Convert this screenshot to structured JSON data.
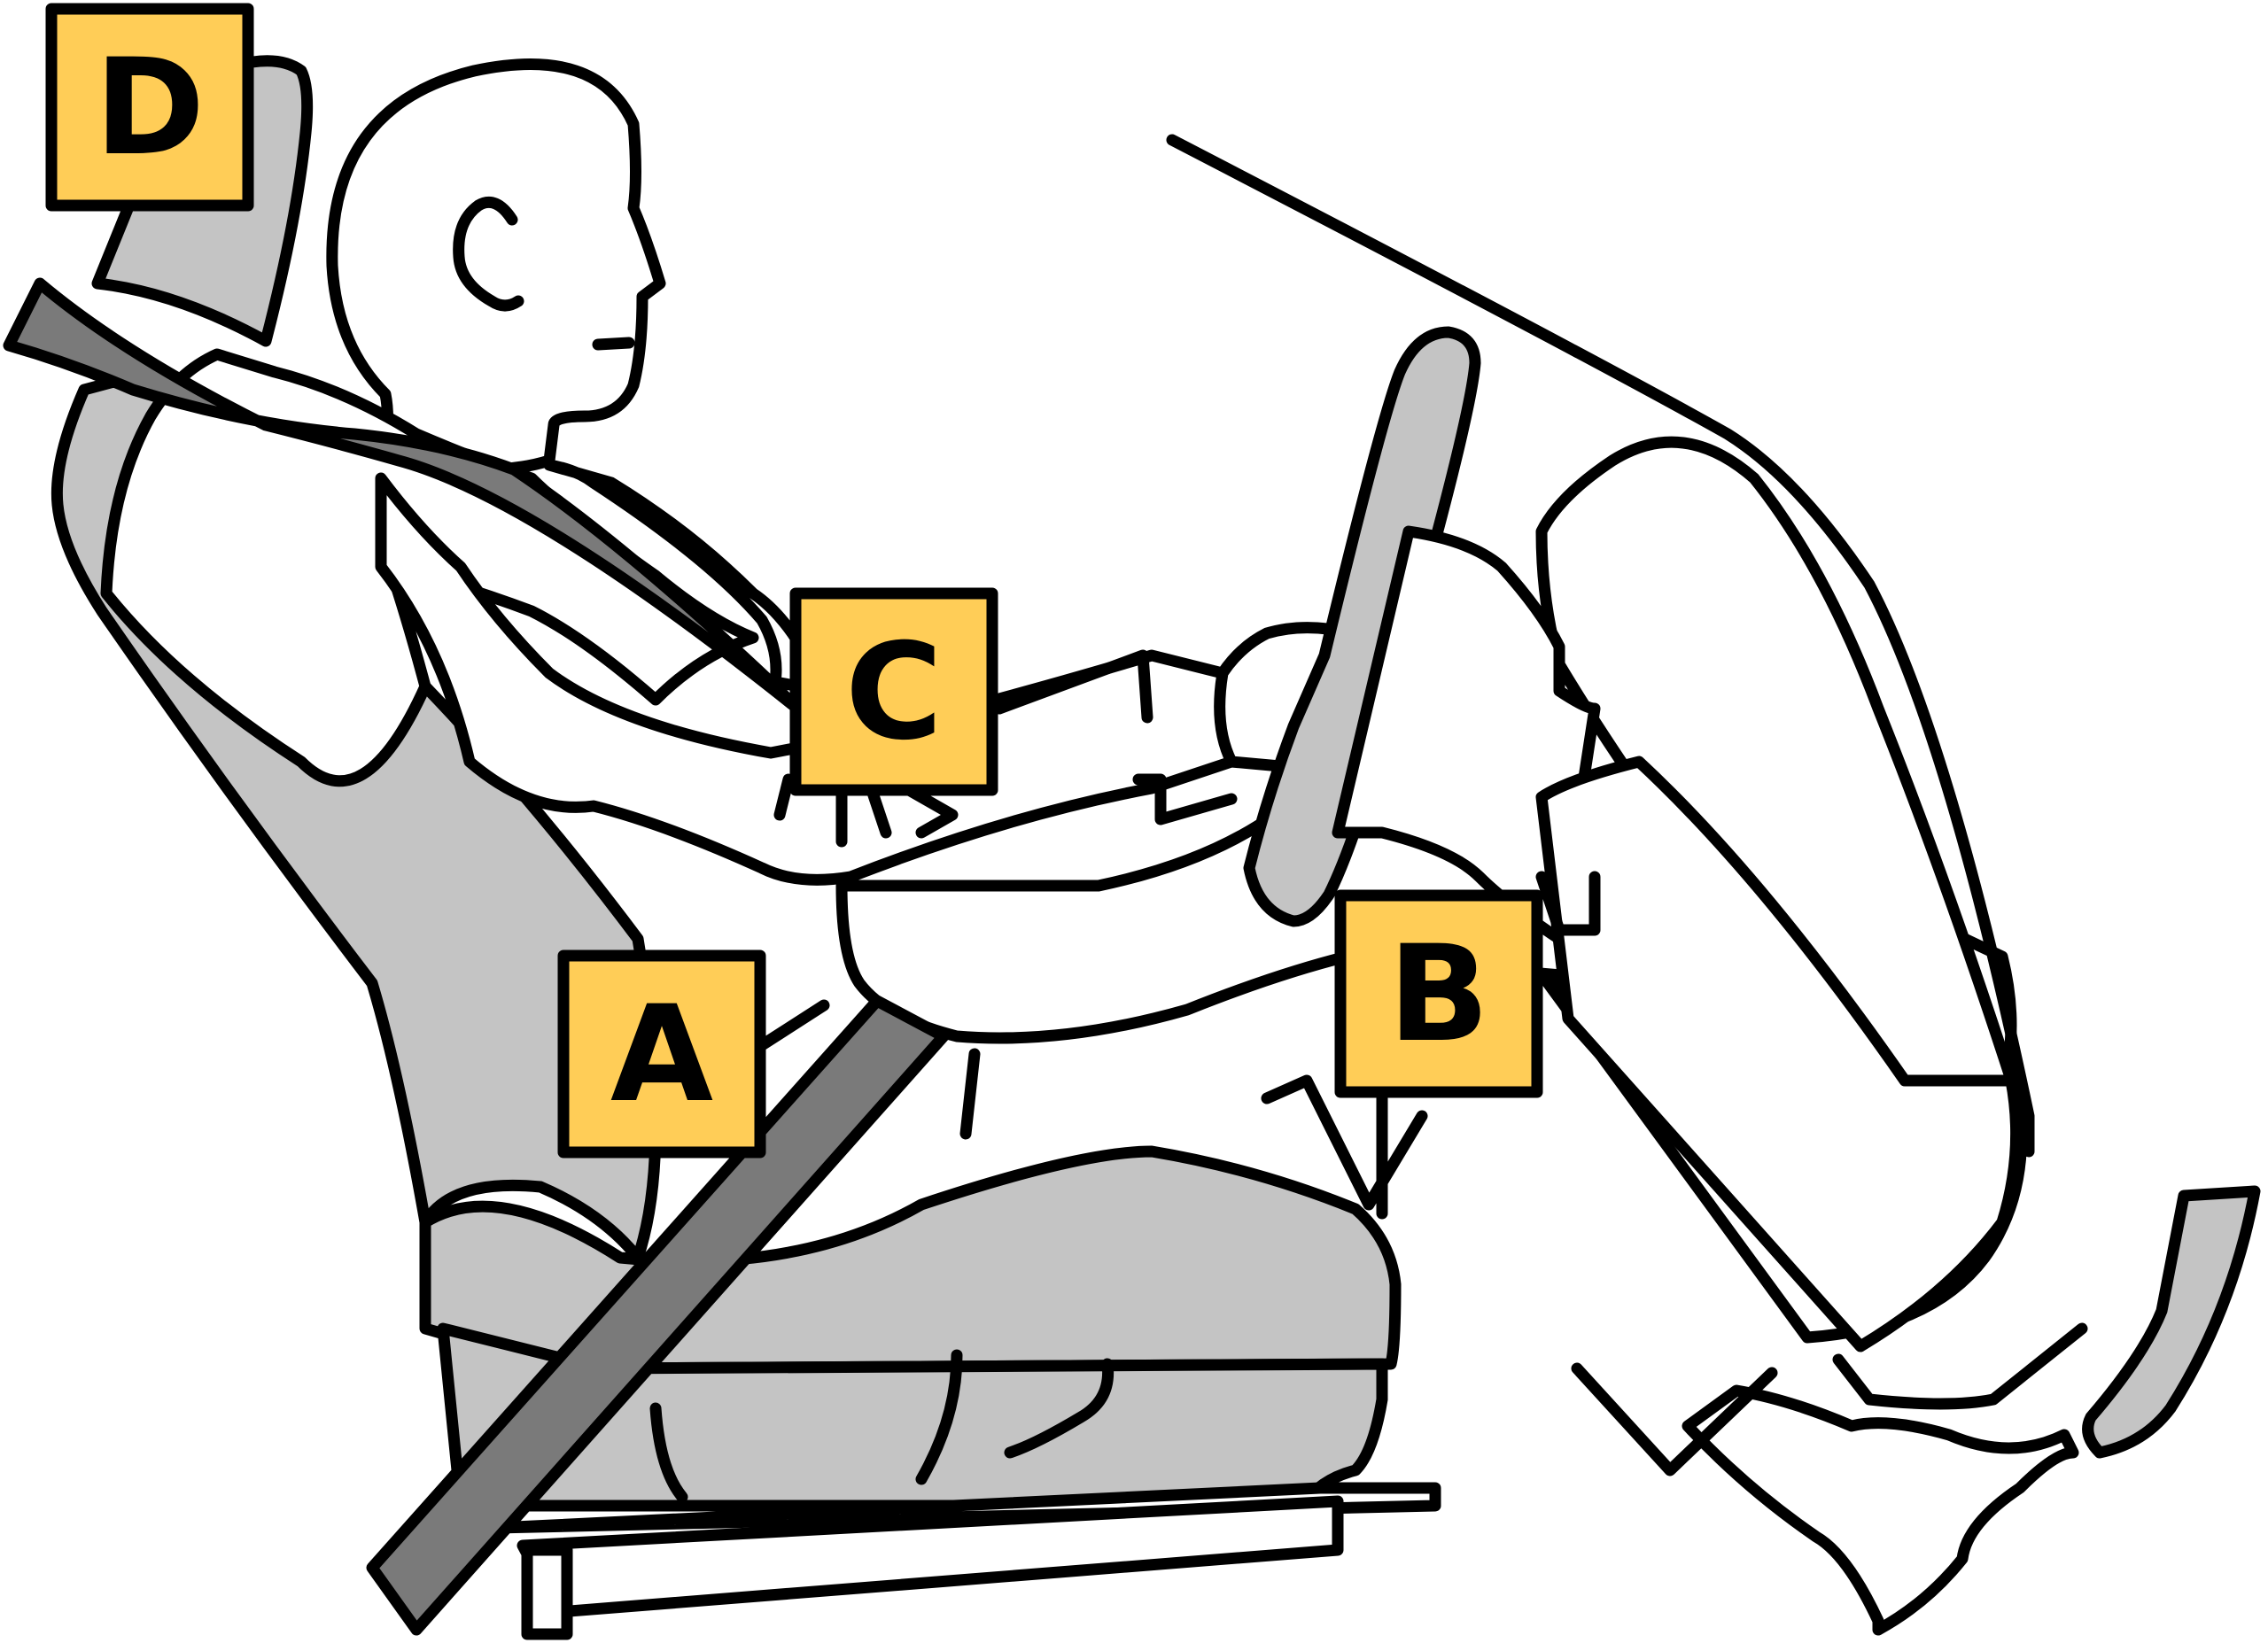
{
  "labels": {
    "a": "A",
    "b": "B",
    "c": "C",
    "d": "D"
  },
  "colors": {
    "label_fill": "#ffcd57",
    "seat": "#c4c4c4",
    "belt": "#7a7a7a",
    "outline": "#000000"
  }
}
